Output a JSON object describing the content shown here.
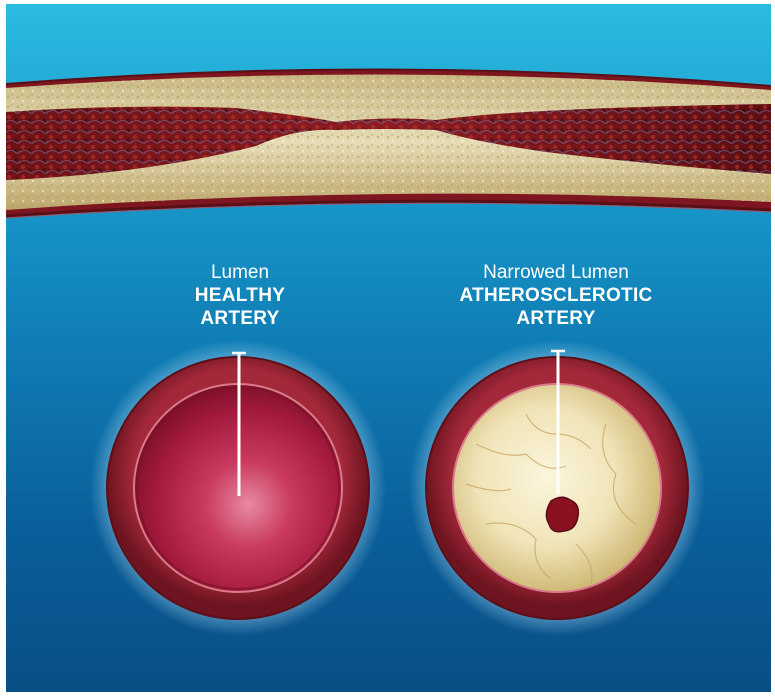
{
  "healthy": {
    "pointer_label": "Lumen",
    "title_line1": "HEALTHY",
    "title_line2": "ARTERY"
  },
  "atherosclerotic": {
    "pointer_label": "Narrowed Lumen",
    "title_line1": "ATHEROSCLEROTIC",
    "title_line2": "ARTERY"
  },
  "colors": {
    "background_top": "#2bbbe0",
    "background_bottom": "#094f86",
    "vessel_wall": "#8d1e2a",
    "plaque": "#e8dfb0",
    "blood": "#8a1220"
  }
}
